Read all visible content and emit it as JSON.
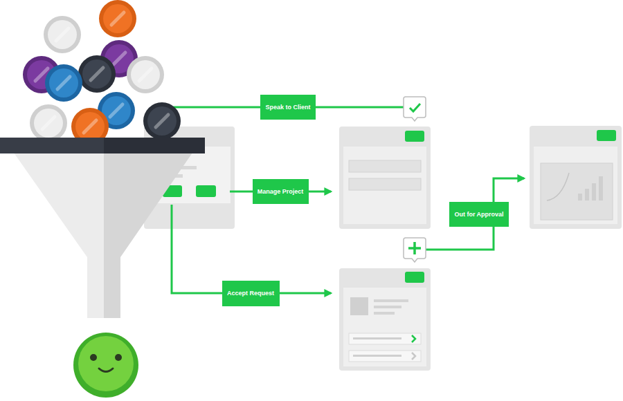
{
  "diagram": {
    "nodes": [
      {
        "text": [
          "Speak to Client"
        ]
      },
      {
        "text": [
          "Manage Project"
        ]
      },
      {
        "text": [
          "Accept Request"
        ]
      },
      {
        "text": [
          "Out for Approval"
        ]
      }
    ]
  }
}
